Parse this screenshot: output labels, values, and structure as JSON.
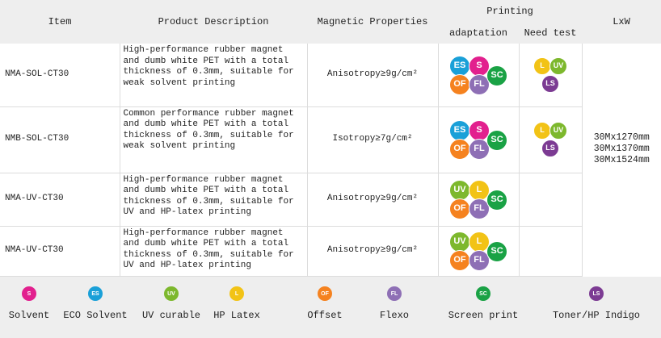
{
  "colors": {
    "S": "#e2208e",
    "ES": "#1aa0d8",
    "UV": "#7db82d",
    "L": "#f2c316",
    "OF": "#f5821f",
    "FL": "#8e6fb5",
    "SC": "#1aa245",
    "LS": "#7c3b93"
  },
  "header": {
    "item": "Item",
    "description": "Product Description",
    "magnetic": "Magnetic Properties",
    "printing": "Printing",
    "adaptation": "adaptation",
    "need_test": "Need test",
    "lxw": "LxW"
  },
  "rows": [
    {
      "item": "NMA-SOL-CT30",
      "description": [
        "High-performance rubber magnet",
        "and dumb white PET with a total",
        "thickness of 0.3mm, suitable for",
        "weak solvent printing"
      ],
      "magnetic": "Anisotropy≥9g/cm²",
      "adaptation": [
        "ES",
        "S",
        "OF",
        "FL",
        "SC"
      ],
      "need_test": [
        "L",
        "UV",
        "LS"
      ]
    },
    {
      "item": "NMB-SOL-CT30",
      "description": [
        "Common performance rubber magnet",
        "and dumb white PET with a total",
        "thickness of 0.3mm, suitable for",
        "weak solvent printing"
      ],
      "magnetic": "Isotropy≥7g/cm²",
      "adaptation": [
        "ES",
        "S",
        "OF",
        "FL",
        "SC"
      ],
      "need_test": [
        "L",
        "UV",
        "LS"
      ]
    },
    {
      "item": "NMA-UV-CT30",
      "description": [
        "High-performance rubber magnet",
        "and dumb white PET with a total",
        "thickness of 0.3mm, suitable for",
        "UV and HP-latex printing"
      ],
      "magnetic": "Anisotropy≥9g/cm²",
      "adaptation": [
        "UV",
        "L",
        "OF",
        "FL",
        "SC"
      ],
      "need_test": []
    },
    {
      "item": "NMA-UV-CT30",
      "description": [
        "High-performance rubber magnet",
        "and dumb white PET with a total",
        "thickness of 0.3mm, suitable for",
        "UV and HP-latex printing"
      ],
      "magnetic": "Anisotropy≥9g/cm²",
      "adaptation": [
        "UV",
        "L",
        "OF",
        "FL",
        "SC"
      ],
      "need_test": []
    }
  ],
  "sizes": [
    "30Mx1270mm",
    "30Mx1370mm",
    "30Mx1524mm"
  ],
  "legend": [
    {
      "code": "S",
      "label": "Solvent"
    },
    {
      "code": "ES",
      "label": "ECO Solvent"
    },
    {
      "code": "UV",
      "label": "UV curable"
    },
    {
      "code": "L",
      "label": "HP Latex"
    },
    {
      "code": "OF",
      "label": "Offset"
    },
    {
      "code": "FL",
      "label": "Flexo"
    },
    {
      "code": "SC",
      "label": "Screen print"
    },
    {
      "code": "LS",
      "label": "Toner/HP Indigo"
    }
  ]
}
